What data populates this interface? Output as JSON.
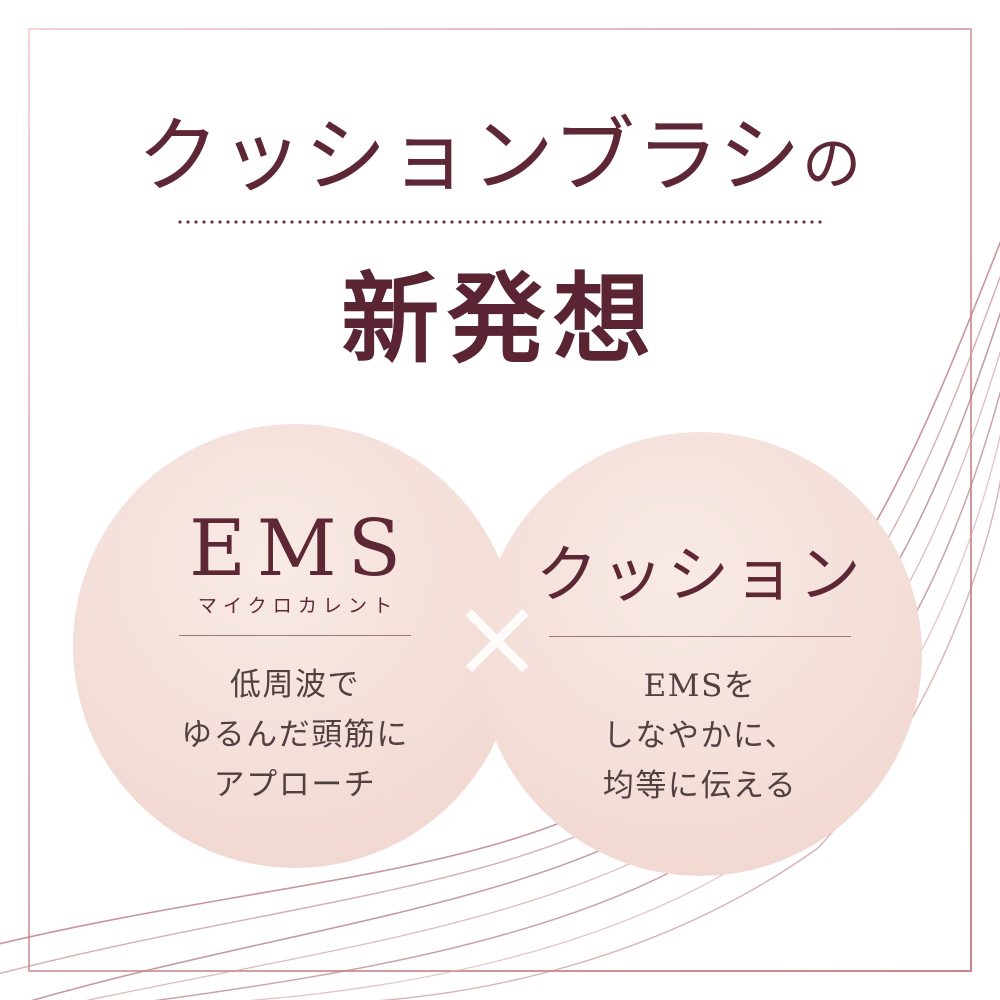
{
  "title": {
    "line1_main": "クッションブラシ",
    "line1_suffix": "の",
    "line2": "新発想"
  },
  "left_circle": {
    "heading": "EMS",
    "subheading": "マイクロカレント",
    "lines": [
      "低周波で",
      "ゆるんだ頭筋に",
      "アプローチ"
    ]
  },
  "operator": "×",
  "right_circle": {
    "heading": "クッション",
    "lines": [
      "EMSを",
      "しなやかに、",
      "均等に伝える"
    ]
  },
  "colors": {
    "heading_maroon": "#5e2735",
    "subtitle_maroon": "#5b2433",
    "body_text": "#514042",
    "circle_fill": "#f4ded8",
    "frame_border": "#d8a3a6",
    "curve_line": "#c28b90",
    "dotted_divider": "#6d3142"
  }
}
